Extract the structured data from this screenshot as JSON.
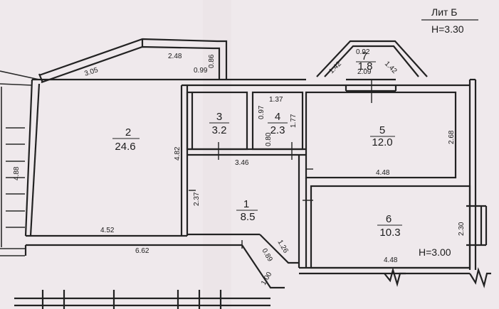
{
  "header": {
    "lit": "Лит Б",
    "height": "H=3.30"
  },
  "rooms": [
    {
      "number": "1",
      "area": "8.5"
    },
    {
      "number": "2",
      "area": "24.6"
    },
    {
      "number": "3",
      "area": "3.2"
    },
    {
      "number": "4",
      "area": "2.3"
    },
    {
      "number": "5",
      "area": "12.0"
    },
    {
      "number": "6",
      "area": "10.3"
    },
    {
      "number": "7",
      "area": "1.8"
    }
  ],
  "dimensions": {
    "bay_upper": "3.05",
    "bay_lower": "2.48",
    "corner_a": "0.86",
    "corner_b": "0.99",
    "room2_width": "4.52",
    "room2_height": "4.82",
    "stair_width": "4.88",
    "bottom_length": "6.62",
    "room1_width": "3.46",
    "room1_height": "2.37",
    "diag_a": "0.89",
    "diag_b": "1.00",
    "diag_c": "1.26",
    "room4_width": "1.37",
    "room4_left": "0.97",
    "room4_right": "1.77",
    "room4_door": "0.80",
    "room5_width": "4.48",
    "room5_height": "2.68",
    "room6_width": "4.48",
    "room6_height": "2.30",
    "balcony_left": "1.42",
    "balcony_right": "1.42",
    "balcony_top": "0.92",
    "balcony_width": "2.09"
  },
  "note_height": "H=3.00"
}
